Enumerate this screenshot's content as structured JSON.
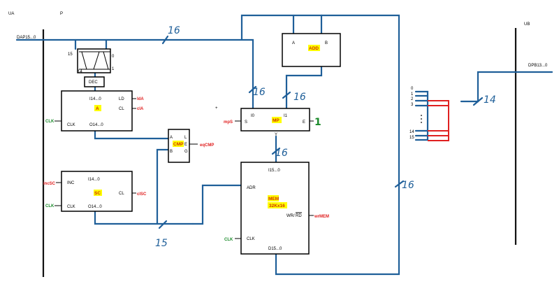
{
  "buses": {
    "ua": "UA",
    "p": "P",
    "ub": "UB"
  },
  "inputs": {
    "dap": "DAP15...0",
    "dpb": "DPB13...0"
  },
  "switch": {
    "top": "15",
    "bottom": "14",
    "right_top": "0",
    "right_bottom": "1"
  },
  "dec": {
    "label": "DEC"
  },
  "reg_a": {
    "name": "A",
    "in": "I14...0",
    "ld": "LD",
    "cl": "CL",
    "clk": "CLK",
    "out": "O14...0"
  },
  "reg_sc": {
    "name": "SC",
    "inc": "INC",
    "in": "I14...0",
    "cl": "CL",
    "clk": "CLK",
    "out": "O14...0"
  },
  "cmp": {
    "name": "CMP",
    "a": "A",
    "b": "B",
    "l": "L",
    "e": "E",
    "g": "G"
  },
  "add": {
    "name": "ADD",
    "a": "A",
    "b": "B"
  },
  "mp": {
    "name": "MP",
    "i0": "I0",
    "i1": "I1",
    "s": "S",
    "e": "E",
    "y": "Y"
  },
  "mem": {
    "name": "MEM",
    "size": "32Kx16",
    "in": "I15...0",
    "adr": "ADR",
    "wr": "WR/",
    "rd": "RD",
    "clk": "CLK",
    "out": "D15...0"
  },
  "signals": {
    "ldA": "ldA",
    "clA": "clA",
    "clk": "CLK",
    "eqCMP": "eqCMP",
    "incSC": "incSC",
    "clSC": "clSC",
    "mpS": "mpS",
    "wrMEM": "wrMEM",
    "mp_e": "1",
    "plus": "+"
  },
  "widths": {
    "w16_top": "16",
    "w16_mp0": "16",
    "w16_mp1": "16",
    "w16_mem": "16",
    "w16_right": "16",
    "w14": "14",
    "w15": "15"
  },
  "mux_out": {
    "l0": "0",
    "l1": "1",
    "l2": "2",
    "l3": "3",
    "l14": "14",
    "l15": "15"
  },
  "colors": {
    "wire": "#1f5f99",
    "red": "#e02020",
    "green": "#1a8a2a",
    "highlight": "#ffff00"
  }
}
